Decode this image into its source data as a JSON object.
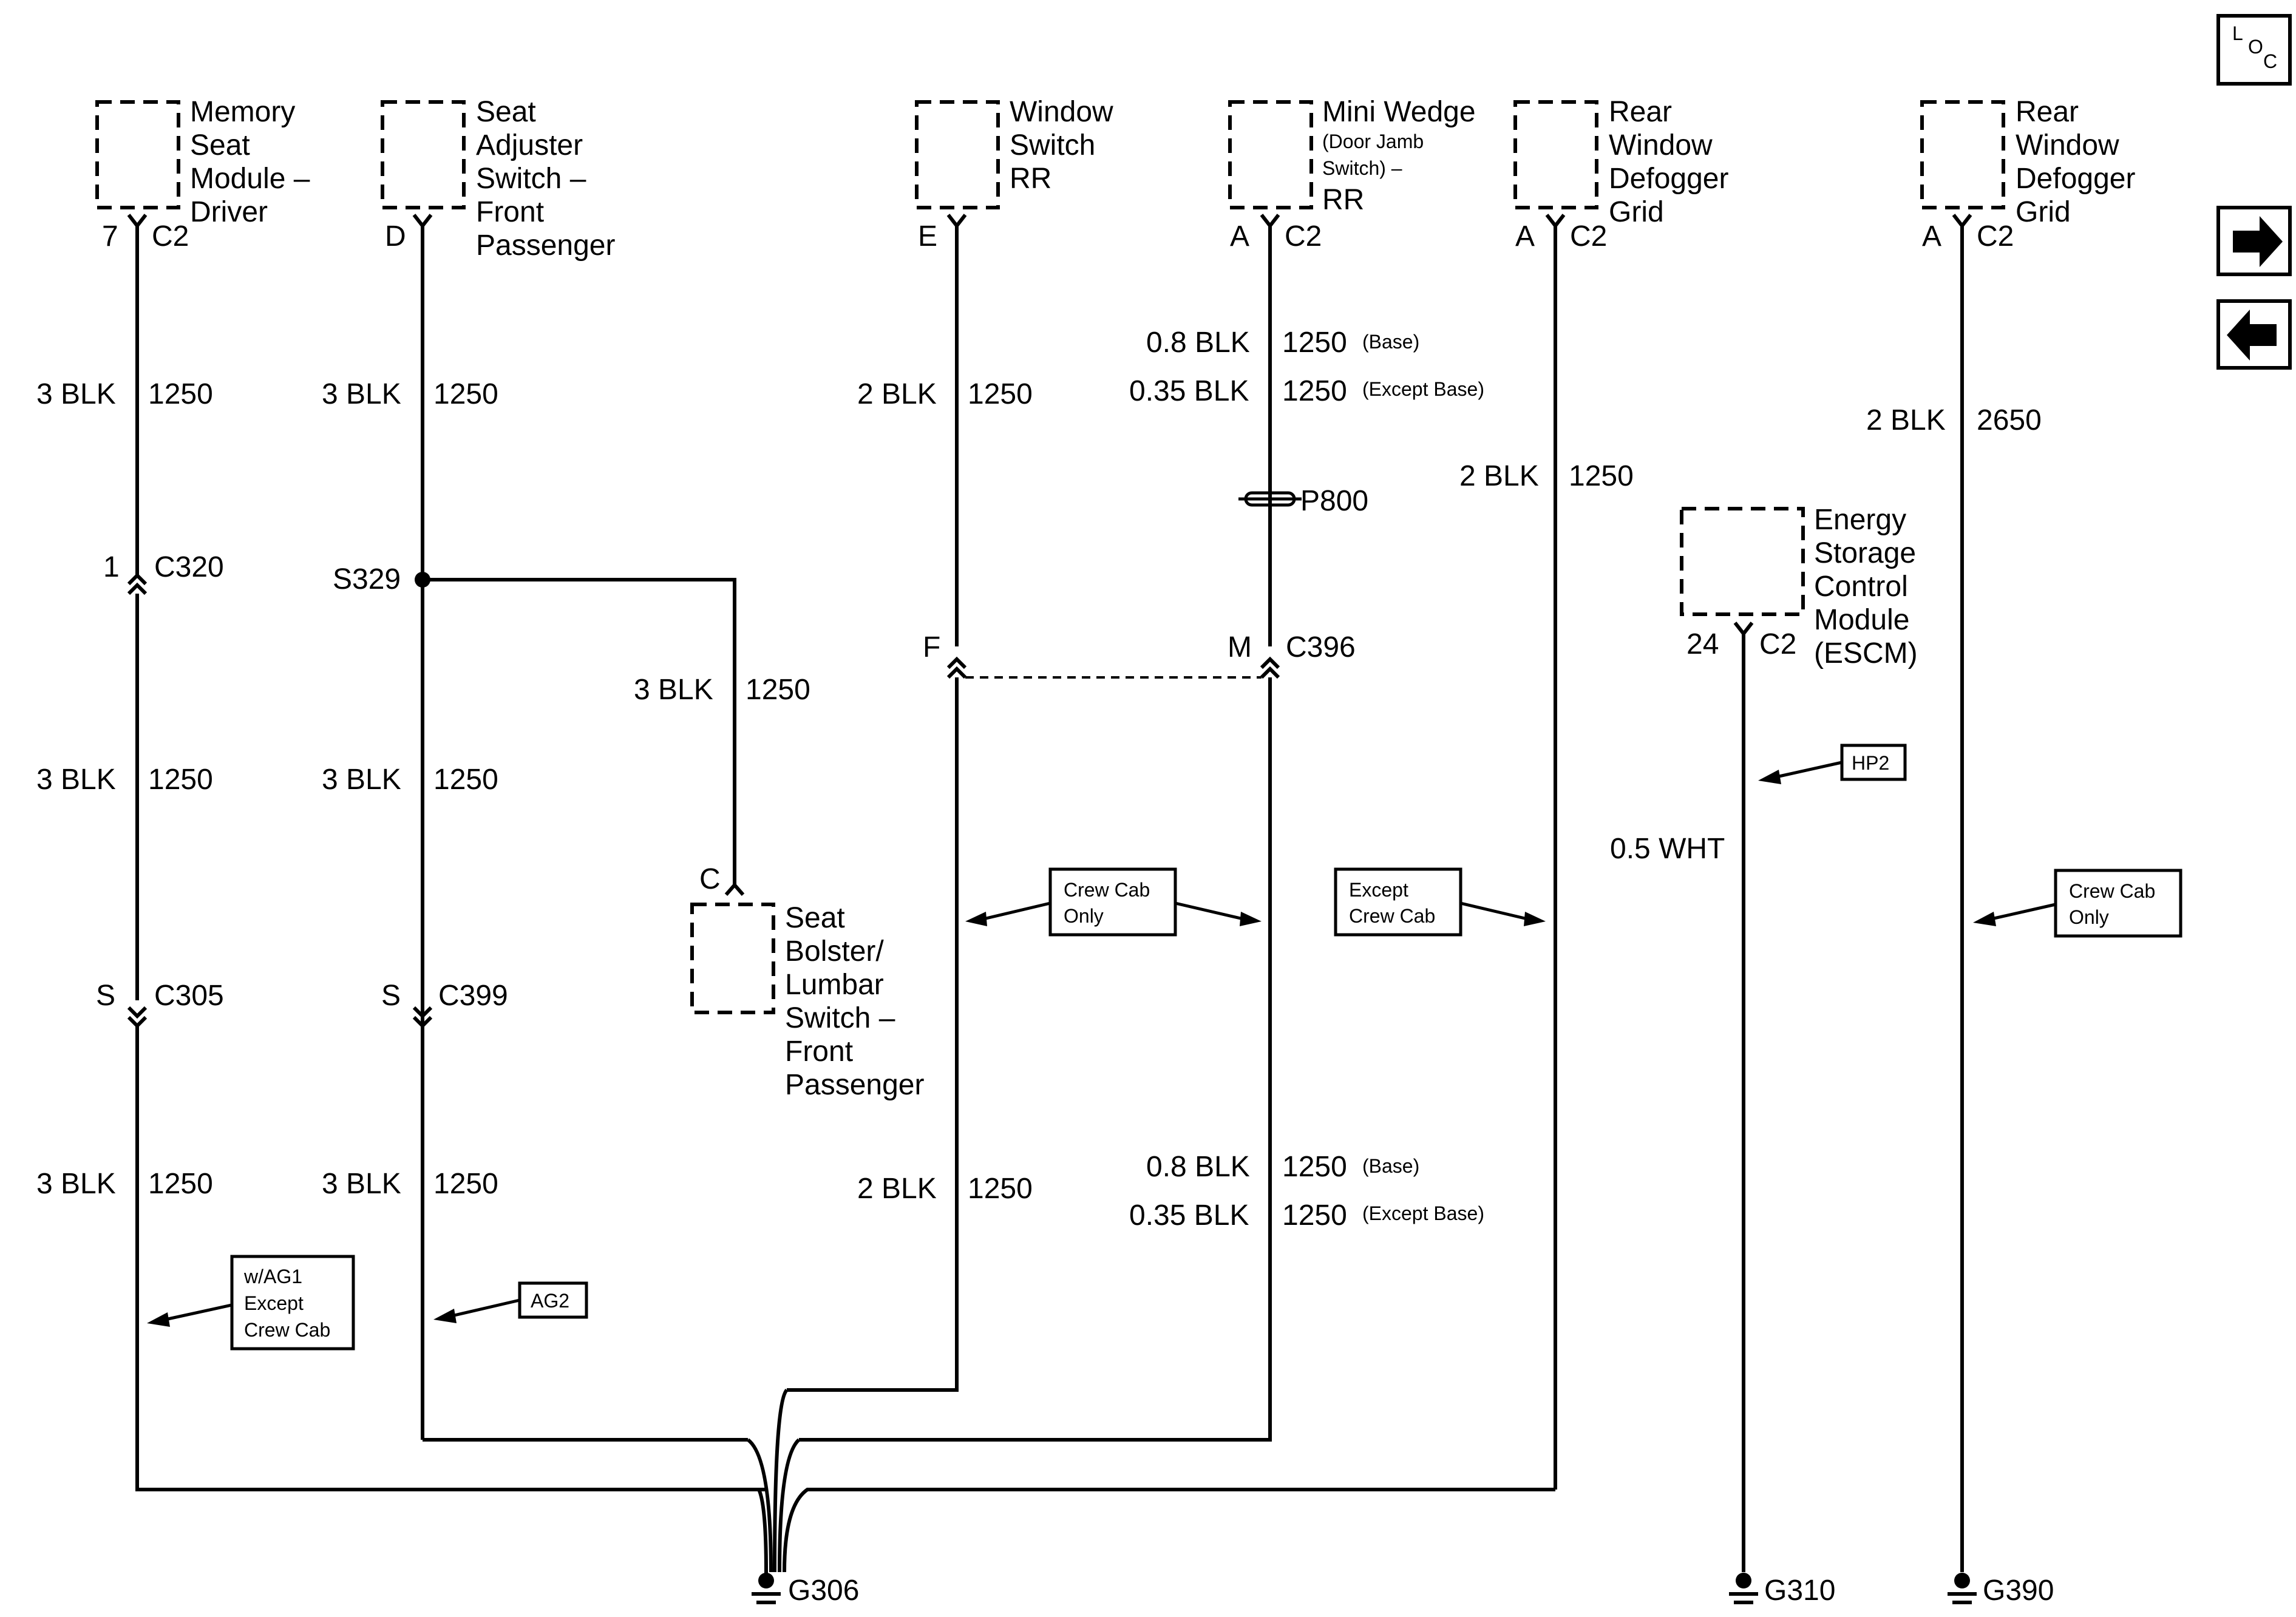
{
  "components": {
    "memory_seat": [
      "Memory",
      "Seat",
      "Module –",
      "Driver"
    ],
    "seat_adjuster": [
      "Seat",
      "Adjuster",
      "Switch –",
      "Front",
      "Passenger"
    ],
    "window_switch": [
      "Window",
      "Switch",
      "RR"
    ],
    "mini_wedge_1": "Mini Wedge",
    "mini_wedge_small": [
      "(Door Jamb",
      "Switch) –"
    ],
    "mini_wedge_3": "RR",
    "rear_defogger": [
      "Rear",
      "Window",
      "Defogger",
      "Grid"
    ],
    "escm": [
      "Energy",
      "Storage",
      "Control",
      "Module",
      "(ESCM)"
    ],
    "seat_bolster": [
      "Seat",
      "Bolster/",
      "Lumbar",
      "Switch –",
      "Front",
      "Passenger"
    ]
  },
  "pins": {
    "p7": "7",
    "pD": "D",
    "pE": "E",
    "pA": "A",
    "p24": "24",
    "c2": "C2",
    "p1": "1",
    "pF": "F",
    "pM": "M",
    "pC": "C",
    "pS": "S"
  },
  "connectors": {
    "c320": "C320",
    "s329": "S329",
    "c396": "C396",
    "c305": "C305",
    "c399": "C399",
    "p800": "P800"
  },
  "wires": {
    "blk3": "3 BLK",
    "blk2": "2 BLK",
    "blk08": "0.8 BLK",
    "blk035": "0.35 BLK",
    "wht05": "0.5 WHT",
    "c1250": "1250",
    "c2650": "2650",
    "base": "(Base)",
    "except_base": "(Except Base)"
  },
  "callouts": {
    "crew_cab_only": [
      "Crew Cab",
      "Only"
    ],
    "except_crew_cab": [
      "Except",
      "Crew Cab"
    ],
    "wag1": [
      "w/AG1",
      "Except",
      "Crew Cab"
    ],
    "ag2": "AG2",
    "hp2": "HP2"
  },
  "grounds": {
    "g306": "G306",
    "g310": "G310",
    "g390": "G390"
  },
  "nav": {
    "loc": [
      "L",
      "O",
      "C"
    ]
  }
}
